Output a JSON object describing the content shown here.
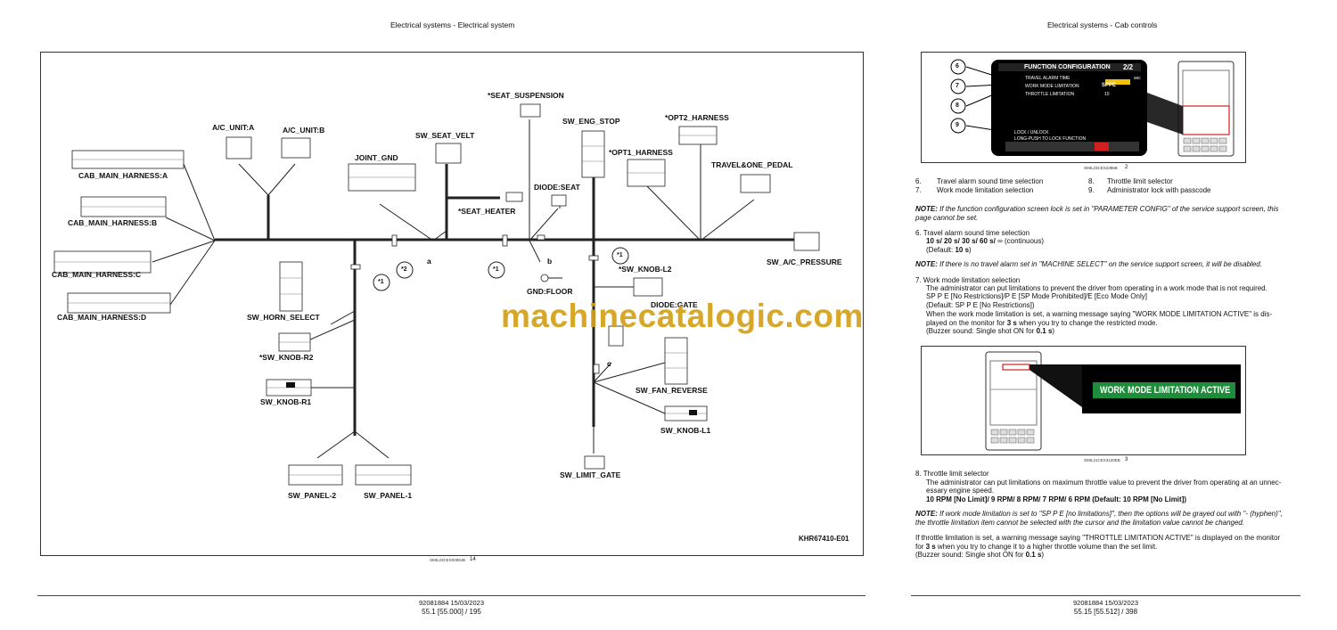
{
  "left_page": {
    "header": "Electrical systems - Electrical system",
    "figure_code": "KHR67410-E01",
    "figure_ref": "SMIL23CEX0008JB",
    "figure_num": "14",
    "footer_doc": "92081884 15/03/2023",
    "footer_page": "55.1 [55.000] / 195",
    "components": {
      "cab_main_a": "CAB_MAIN_HARNESS:A",
      "cab_main_b": "CAB_MAIN_HARNESS:B",
      "cab_main_c": "CAB_MAIN_HARNESS:C",
      "cab_main_d": "CAB_MAIN_HARNESS:D",
      "ac_unit_a": "A/C_UNIT:A",
      "ac_unit_b": "A/C_UNIT:B",
      "joint_gnd": "JOINT_GND",
      "sw_seat_velt": "SW_SEAT_VELT",
      "seat_suspension": "*SEAT_SUSPENSION",
      "seat_heater": "*SEAT_HEATER",
      "sw_eng_stop": "SW_ENG_STOP",
      "opt2_harness": "*OPT2_HARNESS",
      "opt1_harness": "*OPT1_HARNESS",
      "diode_seat": "DIODE:SEAT",
      "travel_one_pedal": "TRAVEL&ONE_PEDAL",
      "sw_ac_pressure": "SW_A/C_PRESSURE",
      "sw_knob_l2": "*SW_KNOB-L2",
      "gnd_floor": "GND:FLOOR",
      "diode_gate": "DIODE:GATE",
      "sw_fan_reverse": "SW_FAN_REVERSE",
      "sw_knob_l1": "SW_KNOB-L1",
      "sw_limit_gate": "SW_LIMIT_GATE",
      "sw_horn_select": "SW_HORN_SELECT",
      "sw_knob_r2": "*SW_KNOB-R2",
      "sw_knob_r1": "SW_KNOB-R1",
      "sw_panel_2": "SW_PANEL-2",
      "sw_panel_1": "SW_PANEL-1"
    },
    "markers": {
      "m1a": "*1",
      "m2": "*2",
      "m1b": "*1",
      "m1c": "*1",
      "a": "a",
      "b": "b",
      "c": "c"
    }
  },
  "watermark": "machinecatalogic.com",
  "right_page": {
    "header": "Electrical systems - Cab controls",
    "fig2": {
      "title": "FUNCTION CONFIGURATION",
      "page": "2/2",
      "rows": [
        {
          "label": "TRAVEL ALARM TIME",
          "value": "10",
          "unit": "sec"
        },
        {
          "label": "WORK MODE LIMITATION",
          "value": "SPPE",
          "unit": ""
        },
        {
          "label": "THROTTLE LIMITATION",
          "value": "10",
          "unit": ""
        }
      ],
      "lock1": "LOCK / UNLOCK",
      "lock2": "LONG-PUSH TO LOCK FUNCTION",
      "callouts": [
        "6",
        "7",
        "8",
        "9"
      ],
      "ref": "SMIL23CEX2386B",
      "num": "2"
    },
    "legend": [
      {
        "n": "6.",
        "t": "Travel alarm sound time selection"
      },
      {
        "n": "7.",
        "t": "Work mode limitation selection"
      },
      {
        "n": "8.",
        "t": "Throttle limit selector"
      },
      {
        "n": "9.",
        "t": "Administrator lock with passcode"
      }
    ],
    "note1_label": "NOTE:",
    "note1_lines": [
      " If the function configuration screen lock is set in \"PARAMETER CONFIG\" of the service support screen, this",
      "page cannot be set."
    ],
    "item6": {
      "head": "6.  Travel alarm sound time selection",
      "opts": "10 s/ 20 s/ 30 s/ 60 s/",
      "opts_tail": "∞ (continuous)",
      "default_a": "(Default: ",
      "default_b": "10 s",
      "default_c": ")"
    },
    "note2_label": "NOTE:",
    "note2": " If there is no travel alarm set in \"MACHINE SELECT\" on the service support screen, it will be disabled.",
    "item7": {
      "head": "7.  Work mode limitation selection",
      "l1": "The administrator can put limitations to prevent the driver from operating in a work mode that is not required.",
      "l2": "SP P E [No Restrictions]/P E [SP Mode Prohibited]/E [Eco Mode Only]",
      "l3": "(Default: SP P E [No Restrictions])",
      "l4": "When the work mode limitation is set, a warning message saying \"WORK MODE LIMITATION ACTIVE\" is dis-",
      "l5a": "played on the monitor for ",
      "l5b": "3 s",
      "l5c": " when you try to change the restricted mode.",
      "l6a": "(Buzzer sound:  Single shot ON for ",
      "l6b": "0.1 s",
      "l6c": ")"
    },
    "fig3": {
      "banner": "WORK MODE LIMITATION ACTIVE",
      "ref": "SMIL21CEX3120EB",
      "num": "3"
    },
    "item8": {
      "head": "8.  Throttle limit selector",
      "l1": "The administrator can put limitations on maximum throttle value to prevent the driver from operating at an unnec-",
      "l2": "essary engine speed.",
      "l3": "10 RPM [No Limit]/ 9 RPM/ 8 RPM/ 7 RPM/ 6 RPM (Default: 10 RPM [No Limit])"
    },
    "note3_label": "NOTE:",
    "note3_l1": " If work mode limitation is set to \"SP P E [no limitations]\", then the options will be grayed out with \"- (hyphen)\",",
    "note3_l2": "the throttle limitation item cannot be selected with the cursor and the limitation value cannot be changed.",
    "para1_l1": "If throttle limitation is set, a warning message saying \"THROTTLE LIMITATION ACTIVE\" is displayed on the monitor",
    "para1_l2a": "for ",
    "para1_l2b": "3 s",
    "para1_l2c": " when you try to change it to a higher throttle volume than the set limit.",
    "para1_l3a": "(Buzzer sound:  Single shot ON for ",
    "para1_l3b": "0.1 s",
    "para1_l3c": ")",
    "footer_doc": "92081884 15/03/2023",
    "footer_page": "55.15 [55.512] / 398"
  },
  "colors": {
    "watermark": "#d4a017",
    "monitor_bg": "#000000",
    "banner_green": "#1e8c3a",
    "warn_red": "#d22020",
    "accent_yellow": "#f2c200"
  }
}
